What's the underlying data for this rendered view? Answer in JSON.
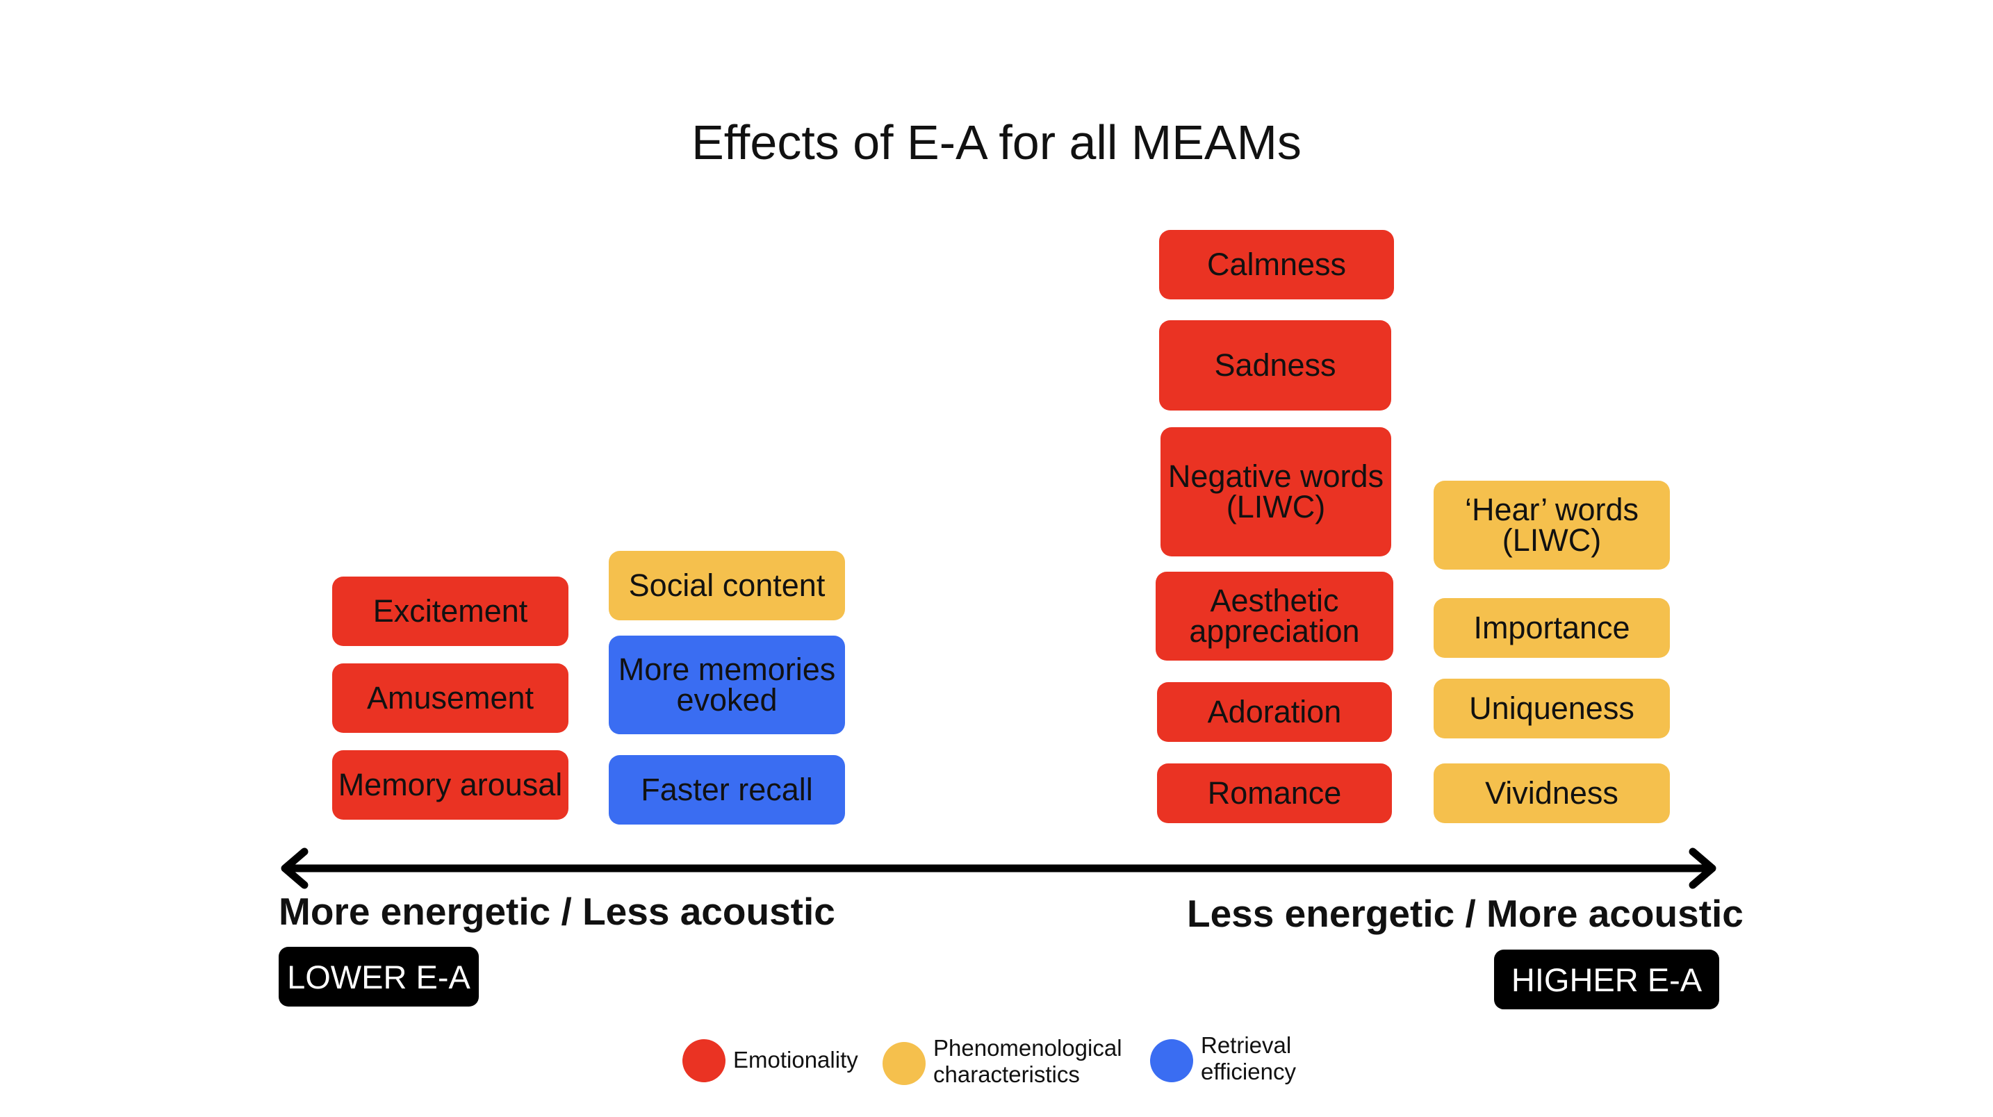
{
  "title": "Effects of E-A for all MEAMs",
  "colors": {
    "emotionality": "#ea3323",
    "phenomenological": "#f5c04d",
    "retrieval": "#3a6df2",
    "axis": "#000000"
  },
  "boxes": {
    "excitement": "Excitement",
    "amusement": "Amusement",
    "memory_arousal": "Memory arousal",
    "social_content": "Social content",
    "more_memories": "More memories\nevoked",
    "faster_recall": "Faster recall",
    "calmness": "Calmness",
    "sadness": "Sadness",
    "negative_words": "Negative words\n(LIWC)",
    "aesthetic": "Aesthetic\nappreciation",
    "adoration": "Adoration",
    "romance": "Romance",
    "hear_words": "‘Hear’ words\n(LIWC)",
    "importance": "Importance",
    "uniqueness": "Uniqueness",
    "vividness": "Vividness"
  },
  "axis": {
    "left_label": "More energetic / Less acoustic",
    "right_label": "Less energetic / More acoustic",
    "left_pill": "LOWER E-A",
    "right_pill": "HIGHER E-A"
  },
  "legend": {
    "emotionality": "Emotionality",
    "phenomenological": "Phenomenological\ncharacteristics",
    "retrieval": "Retrieval\nefficiency"
  }
}
